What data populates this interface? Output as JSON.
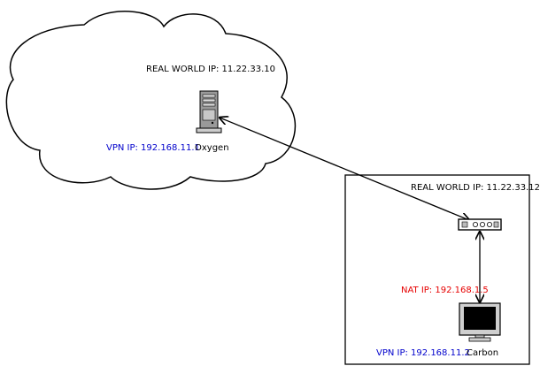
{
  "cloud": {
    "real_world_ip": "REAL WORLD IP: 11.22.33.10",
    "vpn_ip": "VPN IP: 192.168.11.1",
    "server_name": "Oxygen"
  },
  "lan": {
    "real_world_ip": "REAL WORLD IP: 11.22.33.12",
    "nat_ip": "NAT IP: 192.168.1.5",
    "vpn_ip": "VPN IP: 192.168.11.2",
    "workstation_name": "Carbon"
  },
  "colors": {
    "line": "#000000",
    "vpn_text": "#0000cc",
    "nat_text": "#e60000"
  },
  "icons": {
    "server": "server-tower-icon",
    "router": "router-icon",
    "computer": "monitor-icon"
  }
}
